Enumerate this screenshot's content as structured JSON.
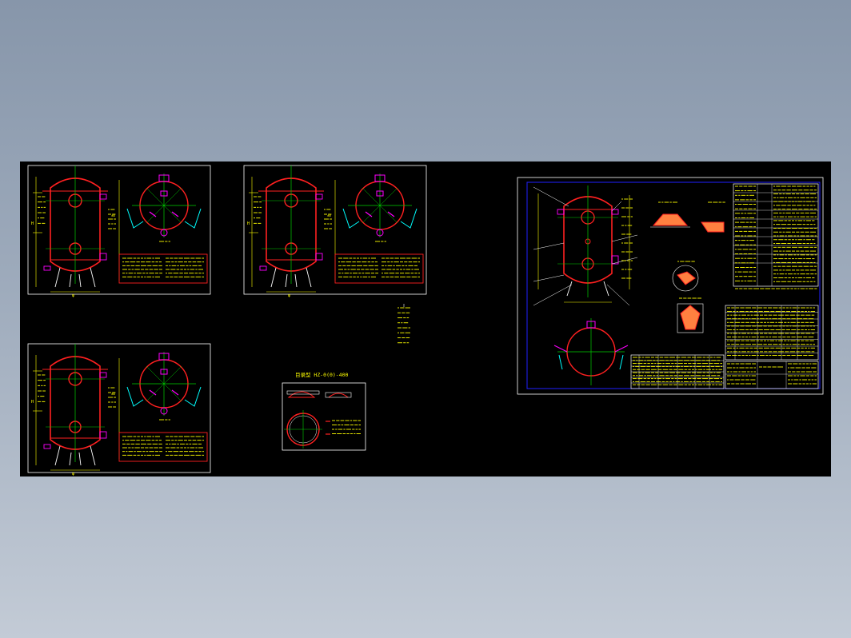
{
  "drawing": {
    "layout": "model-space",
    "colors": {
      "background": "#000000",
      "frame": "#ffffff",
      "vessel": "#ff2020",
      "centerline": "#00d000",
      "dimension": "#ffff00",
      "annotation": "#ffff00",
      "nozzle": "#ff00ff",
      "support": "#00ffff",
      "border_blue": "#2020ff"
    },
    "sheets": [
      {
        "id": "sheet-1",
        "type": "vessel-layout"
      },
      {
        "id": "sheet-2",
        "type": "vessel-layout"
      },
      {
        "id": "sheet-3",
        "type": "vessel-layout"
      },
      {
        "id": "sheet-4",
        "type": "detail-sheet",
        "title": "目录型 HZ-0(0)-400"
      },
      {
        "id": "sheet-5",
        "type": "assembly-drawing"
      }
    ],
    "dimension_labels": {
      "diameter": "φ",
      "height": "H",
      "level": "±0"
    }
  }
}
